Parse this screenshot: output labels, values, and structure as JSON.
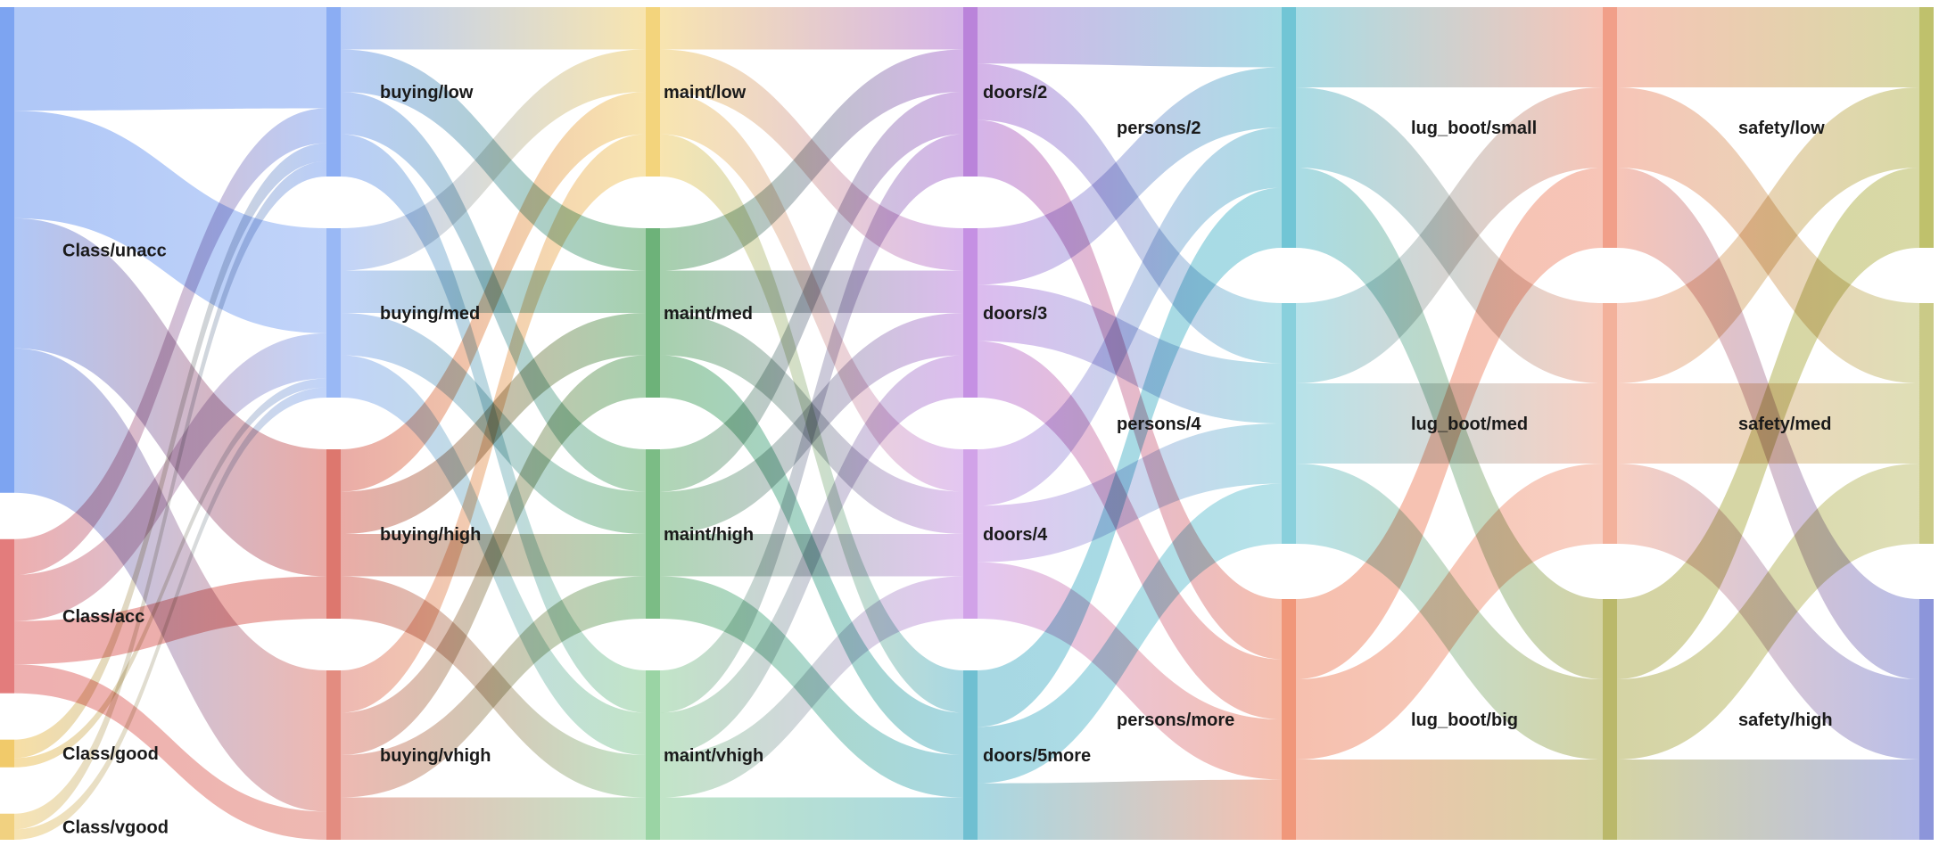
{
  "diagram_type": "sankey",
  "columns": [
    {
      "name": "Class",
      "nodes": [
        {
          "id": "Class/unacc",
          "label": "Class/unacc",
          "color": "#6f9af0",
          "value": 1210
        },
        {
          "id": "Class/acc",
          "label": "Class/acc",
          "color": "#e06e6e",
          "value": 384
        },
        {
          "id": "Class/good",
          "label": "Class/good",
          "color": "#f0c45a",
          "value": 69
        },
        {
          "id": "Class/vgood",
          "label": "Class/vgood",
          "color": "#f0cc72",
          "value": 65
        }
      ]
    },
    {
      "name": "buying",
      "nodes": [
        {
          "id": "buying/low",
          "label": "buying/low",
          "color": "#7ea4f2",
          "value": 432
        },
        {
          "id": "buying/med",
          "label": "buying/med",
          "color": "#8eb0f4",
          "value": 432
        },
        {
          "id": "buying/high",
          "label": "buying/high",
          "color": "#d9685e",
          "value": 432
        },
        {
          "id": "buying/vhigh",
          "label": "buying/vhigh",
          "color": "#e07f72",
          "value": 432
        }
      ]
    },
    {
      "name": "maint",
      "nodes": [
        {
          "id": "maint/low",
          "label": "maint/low",
          "color": "#f2cf6e",
          "value": 432
        },
        {
          "id": "maint/med",
          "label": "maint/med",
          "color": "#5daa6a",
          "value": 432
        },
        {
          "id": "maint/high",
          "label": "maint/high",
          "color": "#6db578",
          "value": 432
        },
        {
          "id": "maint/vhigh",
          "label": "maint/vhigh",
          "color": "#8fcf9a",
          "value": 432
        }
      ]
    },
    {
      "name": "doors",
      "nodes": [
        {
          "id": "doors/2",
          "label": "doors/2",
          "color": "#b276d6",
          "value": 432
        },
        {
          "id": "doors/3",
          "label": "doors/3",
          "color": "#bf84e0",
          "value": 432
        },
        {
          "id": "doors/4",
          "label": "doors/4",
          "color": "#cc98e6",
          "value": 432
        },
        {
          "id": "doors/5more",
          "label": "doors/5more",
          "color": "#5fb8cc",
          "value": 432
        }
      ]
    },
    {
      "name": "persons",
      "nodes": [
        {
          "id": "persons/2",
          "label": "persons/2",
          "color": "#62bfd0",
          "value": 576
        },
        {
          "id": "persons/4",
          "label": "persons/4",
          "color": "#7ccbd8",
          "value": 576
        },
        {
          "id": "persons/more",
          "label": "persons/more",
          "color": "#ee8c6c",
          "value": 576
        }
      ]
    },
    {
      "name": "lug_boot",
      "nodes": [
        {
          "id": "lug_boot/small",
          "label": "lug_boot/small",
          "color": "#f0957c",
          "value": 576
        },
        {
          "id": "lug_boot/med",
          "label": "lug_boot/med",
          "color": "#f2a890",
          "value": 576
        },
        {
          "id": "lug_boot/big",
          "label": "lug_boot/big",
          "color": "#b2b05a",
          "value": 576
        }
      ]
    },
    {
      "name": "safety",
      "nodes": [
        {
          "id": "safety/low",
          "label": "safety/low",
          "color": "#b8ba5c",
          "value": 576
        },
        {
          "id": "safety/med",
          "label": "safety/med",
          "color": "#c4c47a",
          "value": 576
        },
        {
          "id": "safety/high",
          "label": "safety/high",
          "color": "#7f8ad6",
          "value": 576
        }
      ]
    }
  ],
  "links": [
    {
      "source": "Class/unacc",
      "target": "buying/low",
      "value": 258
    },
    {
      "source": "Class/unacc",
      "target": "buying/med",
      "value": 268
    },
    {
      "source": "Class/unacc",
      "target": "buying/high",
      "value": 324
    },
    {
      "source": "Class/unacc",
      "target": "buying/vhigh",
      "value": 360
    },
    {
      "source": "Class/acc",
      "target": "buying/low",
      "value": 89
    },
    {
      "source": "Class/acc",
      "target": "buying/med",
      "value": 115
    },
    {
      "source": "Class/acc",
      "target": "buying/high",
      "value": 108
    },
    {
      "source": "Class/acc",
      "target": "buying/vhigh",
      "value": 72
    },
    {
      "source": "Class/good",
      "target": "buying/low",
      "value": 46
    },
    {
      "source": "Class/good",
      "target": "buying/med",
      "value": 23
    },
    {
      "source": "Class/vgood",
      "target": "buying/low",
      "value": 39
    },
    {
      "source": "Class/vgood",
      "target": "buying/med",
      "value": 26
    },
    {
      "source": "buying/low",
      "target": "maint/low",
      "value": 108
    },
    {
      "source": "buying/low",
      "target": "maint/med",
      "value": 108
    },
    {
      "source": "buying/low",
      "target": "maint/high",
      "value": 108
    },
    {
      "source": "buying/low",
      "target": "maint/vhigh",
      "value": 108
    },
    {
      "source": "buying/med",
      "target": "maint/low",
      "value": 108
    },
    {
      "source": "buying/med",
      "target": "maint/med",
      "value": 108
    },
    {
      "source": "buying/med",
      "target": "maint/high",
      "value": 108
    },
    {
      "source": "buying/med",
      "target": "maint/vhigh",
      "value": 108
    },
    {
      "source": "buying/high",
      "target": "maint/low",
      "value": 108
    },
    {
      "source": "buying/high",
      "target": "maint/med",
      "value": 108
    },
    {
      "source": "buying/high",
      "target": "maint/high",
      "value": 108
    },
    {
      "source": "buying/high",
      "target": "maint/vhigh",
      "value": 108
    },
    {
      "source": "buying/vhigh",
      "target": "maint/low",
      "value": 108
    },
    {
      "source": "buying/vhigh",
      "target": "maint/med",
      "value": 108
    },
    {
      "source": "buying/vhigh",
      "target": "maint/high",
      "value": 108
    },
    {
      "source": "buying/vhigh",
      "target": "maint/vhigh",
      "value": 108
    },
    {
      "source": "maint/low",
      "target": "doors/2",
      "value": 108
    },
    {
      "source": "maint/low",
      "target": "doors/3",
      "value": 108
    },
    {
      "source": "maint/low",
      "target": "doors/4",
      "value": 108
    },
    {
      "source": "maint/low",
      "target": "doors/5more",
      "value": 108
    },
    {
      "source": "maint/med",
      "target": "doors/2",
      "value": 108
    },
    {
      "source": "maint/med",
      "target": "doors/3",
      "value": 108
    },
    {
      "source": "maint/med",
      "target": "doors/4",
      "value": 108
    },
    {
      "source": "maint/med",
      "target": "doors/5more",
      "value": 108
    },
    {
      "source": "maint/high",
      "target": "doors/2",
      "value": 108
    },
    {
      "source": "maint/high",
      "target": "doors/3",
      "value": 108
    },
    {
      "source": "maint/high",
      "target": "doors/4",
      "value": 108
    },
    {
      "source": "maint/high",
      "target": "doors/5more",
      "value": 108
    },
    {
      "source": "maint/vhigh",
      "target": "doors/2",
      "value": 108
    },
    {
      "source": "maint/vhigh",
      "target": "doors/3",
      "value": 108
    },
    {
      "source": "maint/vhigh",
      "target": "doors/4",
      "value": 108
    },
    {
      "source": "maint/vhigh",
      "target": "doors/5more",
      "value": 108
    },
    {
      "source": "doors/2",
      "target": "persons/2",
      "value": 144
    },
    {
      "source": "doors/2",
      "target": "persons/4",
      "value": 144
    },
    {
      "source": "doors/2",
      "target": "persons/more",
      "value": 144
    },
    {
      "source": "doors/3",
      "target": "persons/2",
      "value": 144
    },
    {
      "source": "doors/3",
      "target": "persons/4",
      "value": 144
    },
    {
      "source": "doors/3",
      "target": "persons/more",
      "value": 144
    },
    {
      "source": "doors/4",
      "target": "persons/2",
      "value": 144
    },
    {
      "source": "doors/4",
      "target": "persons/4",
      "value": 144
    },
    {
      "source": "doors/4",
      "target": "persons/more",
      "value": 144
    },
    {
      "source": "doors/5more",
      "target": "persons/2",
      "value": 144
    },
    {
      "source": "doors/5more",
      "target": "persons/4",
      "value": 144
    },
    {
      "source": "doors/5more",
      "target": "persons/more",
      "value": 144
    },
    {
      "source": "persons/2",
      "target": "lug_boot/small",
      "value": 192
    },
    {
      "source": "persons/2",
      "target": "lug_boot/med",
      "value": 192
    },
    {
      "source": "persons/2",
      "target": "lug_boot/big",
      "value": 192
    },
    {
      "source": "persons/4",
      "target": "lug_boot/small",
      "value": 192
    },
    {
      "source": "persons/4",
      "target": "lug_boot/med",
      "value": 192
    },
    {
      "source": "persons/4",
      "target": "lug_boot/big",
      "value": 192
    },
    {
      "source": "persons/more",
      "target": "lug_boot/small",
      "value": 192
    },
    {
      "source": "persons/more",
      "target": "lug_boot/med",
      "value": 192
    },
    {
      "source": "persons/more",
      "target": "lug_boot/big",
      "value": 192
    },
    {
      "source": "lug_boot/small",
      "target": "safety/low",
      "value": 192
    },
    {
      "source": "lug_boot/small",
      "target": "safety/med",
      "value": 192
    },
    {
      "source": "lug_boot/small",
      "target": "safety/high",
      "value": 192
    },
    {
      "source": "lug_boot/med",
      "target": "safety/low",
      "value": 192
    },
    {
      "source": "lug_boot/med",
      "target": "safety/med",
      "value": 192
    },
    {
      "source": "lug_boot/med",
      "target": "safety/high",
      "value": 192
    },
    {
      "source": "lug_boot/big",
      "target": "safety/low",
      "value": 192
    },
    {
      "source": "lug_boot/big",
      "target": "safety/med",
      "value": 192
    },
    {
      "source": "lug_boot/big",
      "target": "safety/high",
      "value": 192
    }
  ]
}
